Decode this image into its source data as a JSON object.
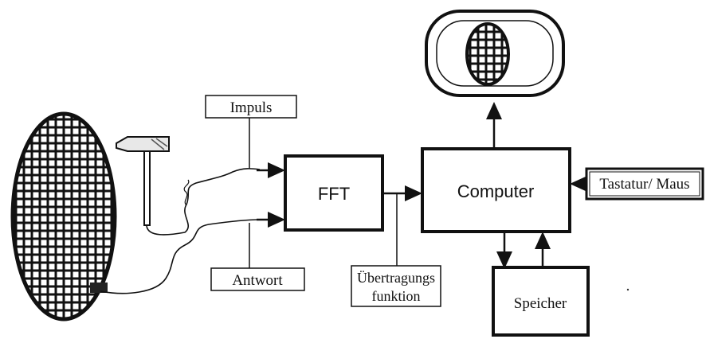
{
  "labels": {
    "impulse": "Impuls",
    "response": "Antwort",
    "fft": "FFT",
    "computer": "Computer",
    "keyboard": "Tastatur/ Maus",
    "transfer_line1": "Übertragungs",
    "transfer_line2": "funktion",
    "storage": "Speicher"
  },
  "icons": {
    "specimen": "mesh-oval",
    "hammer": "impact-hammer",
    "sensor": "accelerometer",
    "monitor": "monitor-with-mesh"
  },
  "colors": {
    "stroke": "#111111",
    "background": "#ffffff"
  }
}
